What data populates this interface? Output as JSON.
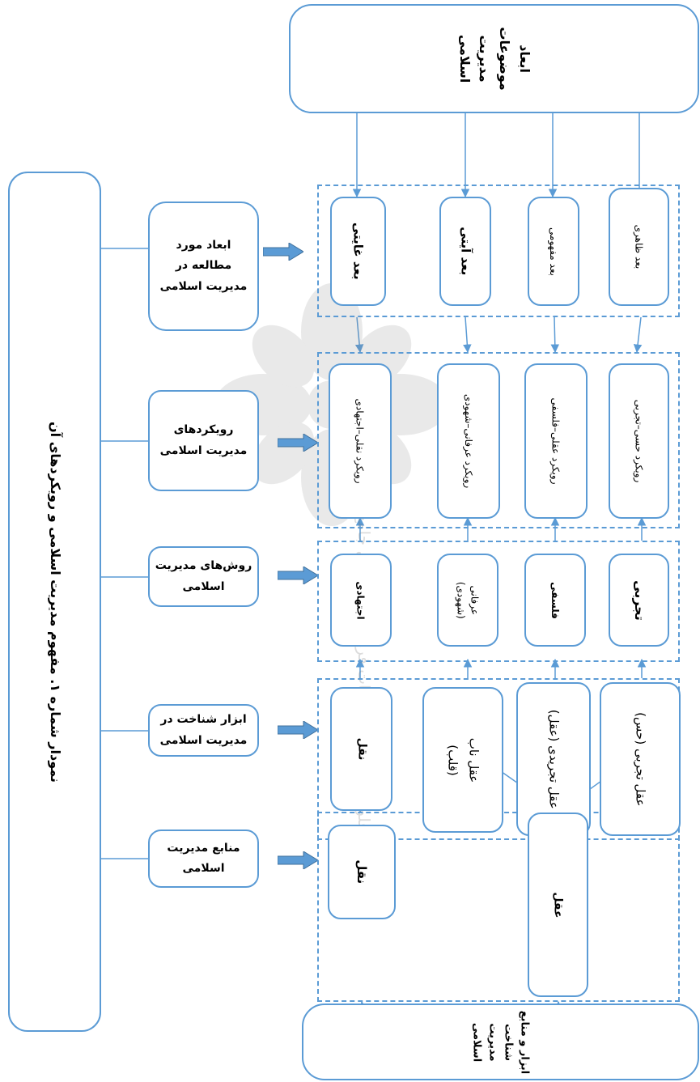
{
  "title": "نمودار شماره ۱. مفهوم مدیریت اسلامی و رویکردهای آن",
  "top_box": [
    "ابعاد",
    "موضوعات",
    "مدیریت",
    "اسلامی"
  ],
  "bottom_box": [
    "ابزار و منابع",
    "شناخت",
    "مدیریت",
    "اسلامی"
  ],
  "categories": {
    "dimensions": "ابعاد مورد مطالعه در مدیریت اسلامی",
    "approaches": "رویکردهای مدیریت اسلامی",
    "methods": "روش‌های مدیریت اسلامی",
    "tools": "ابزار شناخت در مدیریت اسلامی",
    "sources": "منابع مدیریت اسلامی"
  },
  "dimensions": [
    "بعد ظاهری",
    "بعد مفهومی",
    "بعد آیتی",
    "بعد غایتی"
  ],
  "approaches": [
    "رویکرد حسی–تجربی",
    "رویکرد عقلی–فلسفی",
    "رویکرد عرفانی–شهودی",
    "رویکرد نقلی–اجتهادی"
  ],
  "methods": {
    "experimental": "تجربی",
    "philosophical": "فلسفی",
    "mystical_line1": "عرفانی",
    "mystical_line2": "(شهودی)",
    "ijtihadi": "اجتهادی"
  },
  "tools": {
    "sense_reason": "عقل تجربی (حس)",
    "abstract_reason": "عقل تجریدی (عقل)",
    "pure_reason_line1": "عقل ناب",
    "pure_reason_line2": "(قلب)",
    "narration": "نقل"
  },
  "sources": {
    "reason": "عقل",
    "narration": "نقل"
  },
  "watermark": "پژوهشگاه علوم انسانی و مطالعات فرهنگی — پرتال جامع علوم انسانی",
  "colors": {
    "stroke": "#5b9bd5",
    "arrow_fill": "#5b9bd5",
    "arrow_dark": "#41719c"
  }
}
